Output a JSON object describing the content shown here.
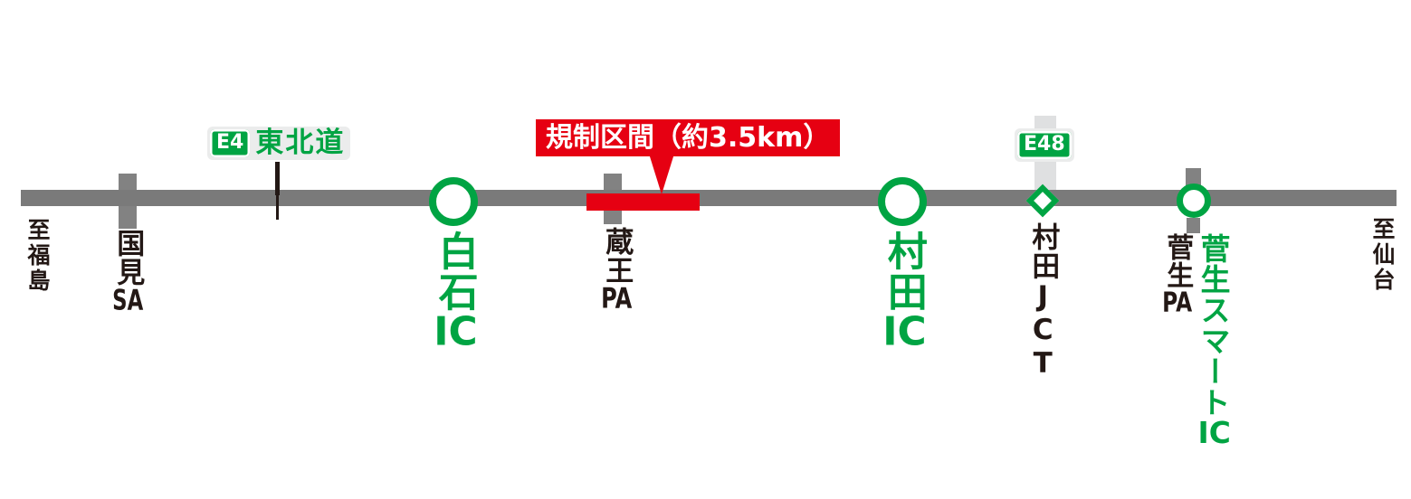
{
  "map": {
    "route": {
      "badge_code": "E4",
      "name": "東北道"
    },
    "regulation": {
      "label": "規制区間（約3.5km）"
    },
    "directions": {
      "left": "至福島",
      "right": "至仙台"
    },
    "stations": [
      {
        "name": "国見",
        "suffix": "SA",
        "marker": "gray-tick",
        "text_color": "black"
      },
      {
        "name": "白石",
        "suffix": "IC",
        "marker": "green-circle",
        "text_color": "green"
      },
      {
        "name": "蔵王",
        "suffix": "PA",
        "marker": "gray-tick",
        "text_color": "black"
      },
      {
        "name": "村田",
        "suffix": "IC",
        "marker": "green-circle",
        "text_color": "green"
      },
      {
        "name": "村田",
        "suffix": "JCT",
        "marker": "green-diamond",
        "text_color": "black",
        "badge_code": "E48"
      },
      {
        "name": "菅生",
        "suffix": "PA",
        "marker": "green-circle-small",
        "text_color": "black",
        "smart_name": "菅生スマート",
        "smart_suffix": "IC"
      }
    ],
    "colors": {
      "road_gray": "#7a7a7a",
      "band_gray": "#dfe0e1",
      "green": "#00a443",
      "red": "#e60012",
      "text_black": "#231815"
    }
  }
}
